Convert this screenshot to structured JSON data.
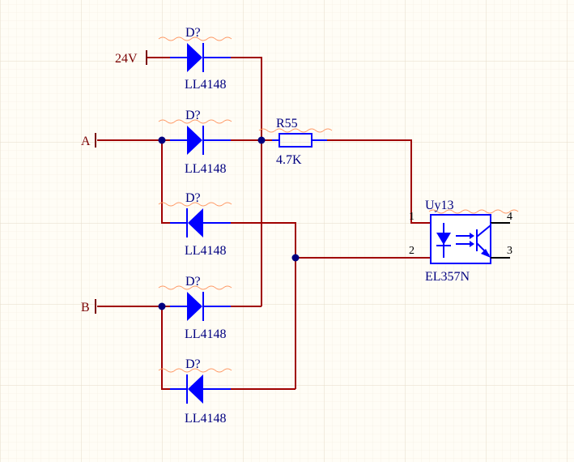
{
  "colors": {
    "background": "#fffdf6",
    "grid": "#ece3d2",
    "wire": "#a00000",
    "component": "#0000ff",
    "component_fill": "#ffffff",
    "junction": "#000080",
    "port_text": "#7a0000",
    "label_text": "#000080",
    "squiggle": "#ff9966"
  },
  "ports": {
    "vcc": "24V",
    "a": "A",
    "b": "B"
  },
  "diodes": [
    {
      "designator": "D?",
      "value": "LL4148"
    },
    {
      "designator": "D?",
      "value": "LL4148"
    },
    {
      "designator": "D?",
      "value": "LL4148"
    },
    {
      "designator": "D?",
      "value": "LL4148"
    },
    {
      "designator": "D?",
      "value": "LL4148"
    }
  ],
  "resistor": {
    "designator": "R55",
    "value": "4.7K"
  },
  "optocoupler": {
    "designator": "Uy13",
    "value": "EL357N",
    "pins": [
      "1",
      "2",
      "3",
      "4"
    ]
  }
}
